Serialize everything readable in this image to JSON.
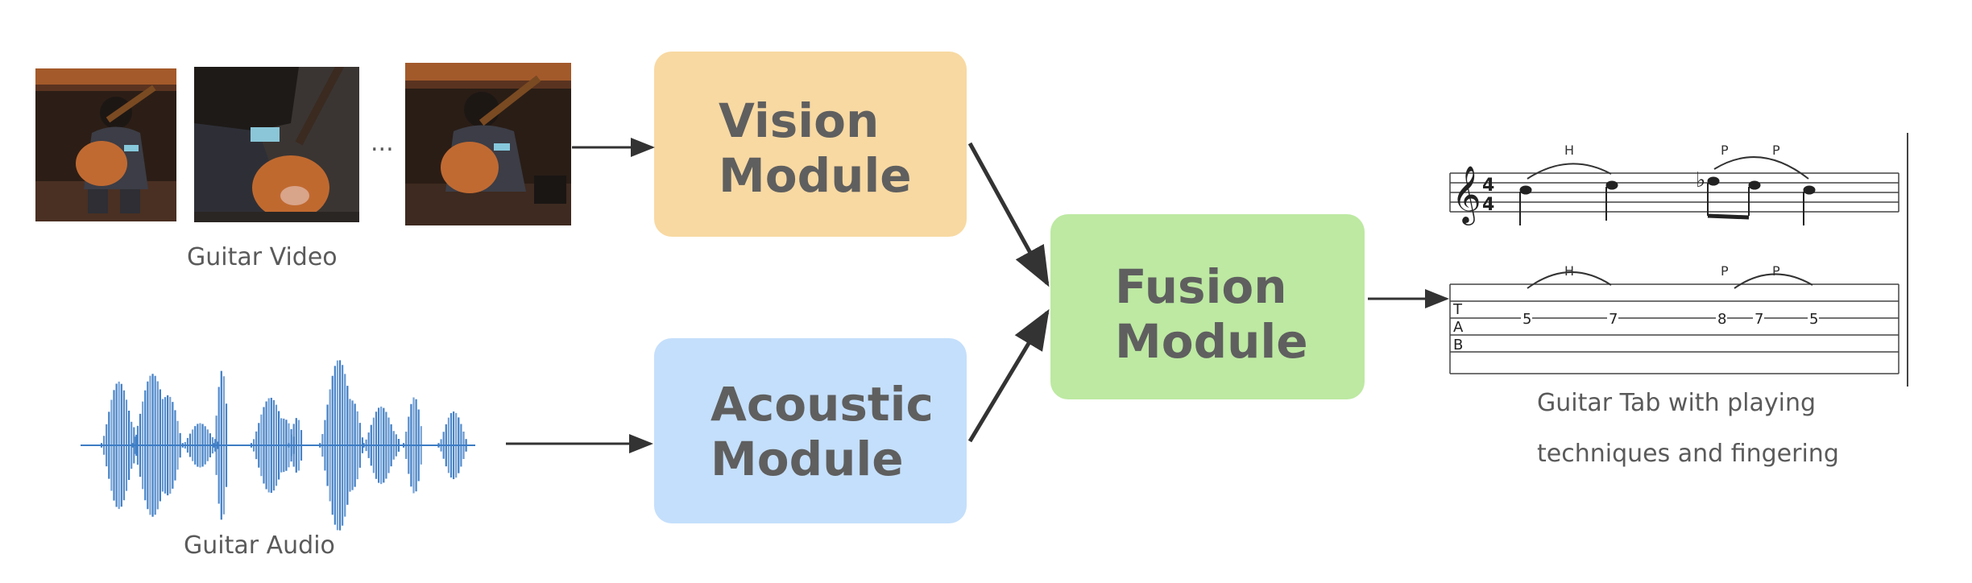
{
  "video": {
    "caption": "Guitar Video",
    "ellipsis": "..."
  },
  "audio": {
    "caption": "Guitar Audio"
  },
  "modules": {
    "vision": {
      "line1": "Vision",
      "line2": "Module",
      "color": "#f8d9a2"
    },
    "acoustic": {
      "line1": "Acoustic",
      "line2": "Module",
      "color": "#c4dffb"
    },
    "fusion": {
      "line1": "Fusion",
      "line2": "Module",
      "color": "#bde9a2"
    }
  },
  "output": {
    "caption_line1": "Guitar Tab with playing",
    "caption_line2": "techniques and fingering",
    "notation": {
      "time_signature_top": "4",
      "time_signature_bottom": "4",
      "technique_labels": [
        "H",
        "P",
        "P"
      ],
      "tab_letters": [
        "T",
        "A",
        "B"
      ],
      "tab_numbers": [
        "5",
        "7",
        "8",
        "7",
        "5"
      ],
      "flat_symbol": "♭"
    }
  },
  "colors": {
    "arrow": "#333333",
    "waveform": "#3d7cc4",
    "text": "#5a5a5a"
  }
}
